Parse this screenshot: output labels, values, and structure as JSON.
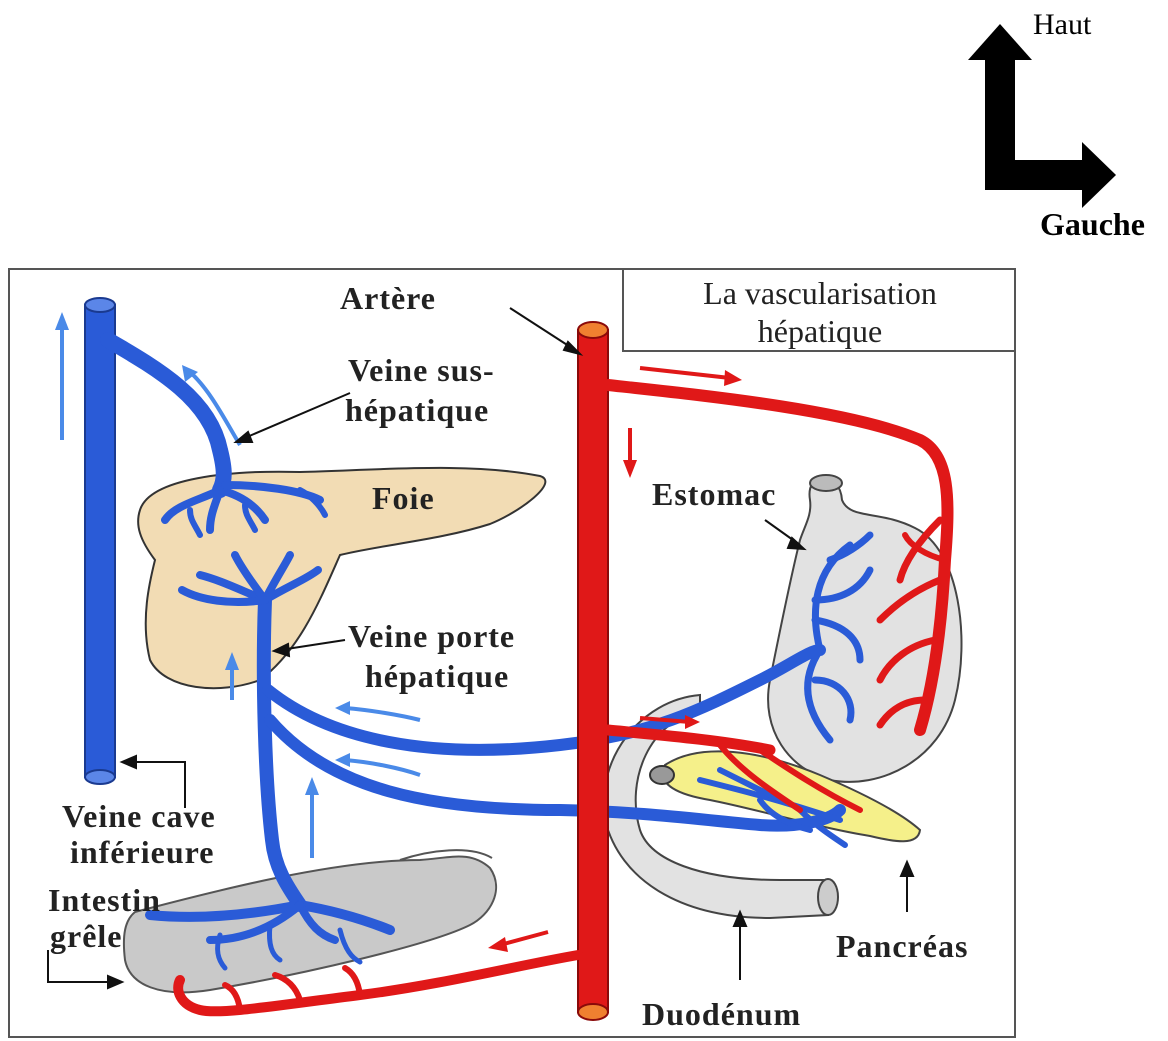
{
  "orientation": {
    "up_label": "Haut",
    "left_label": "Gauche"
  },
  "diagram": {
    "title_line1": "La vascularisation",
    "title_line2": "hépatique",
    "labels": {
      "artere": "Artère",
      "veine_sus_line1": "Veine sus-",
      "veine_sus_line2": "hépatique",
      "foie": "Foie",
      "estomac": "Estomac",
      "veine_porte_line1": "Veine porte",
      "veine_porte_line2": "hépatique",
      "veine_cave_line1": "Veine cave",
      "veine_cave_line2": "inférieure",
      "intestin_line1": "Intestin",
      "intestin_line2": "grêle",
      "pancreas": "Pancréas",
      "duodenum": "Duodénum"
    },
    "colors": {
      "vein": "#2a5bd7",
      "artery": "#e01818",
      "liver": "#f2dcb4",
      "organ": "#d9d9d9",
      "pancreas": "#f5f08a"
    }
  }
}
